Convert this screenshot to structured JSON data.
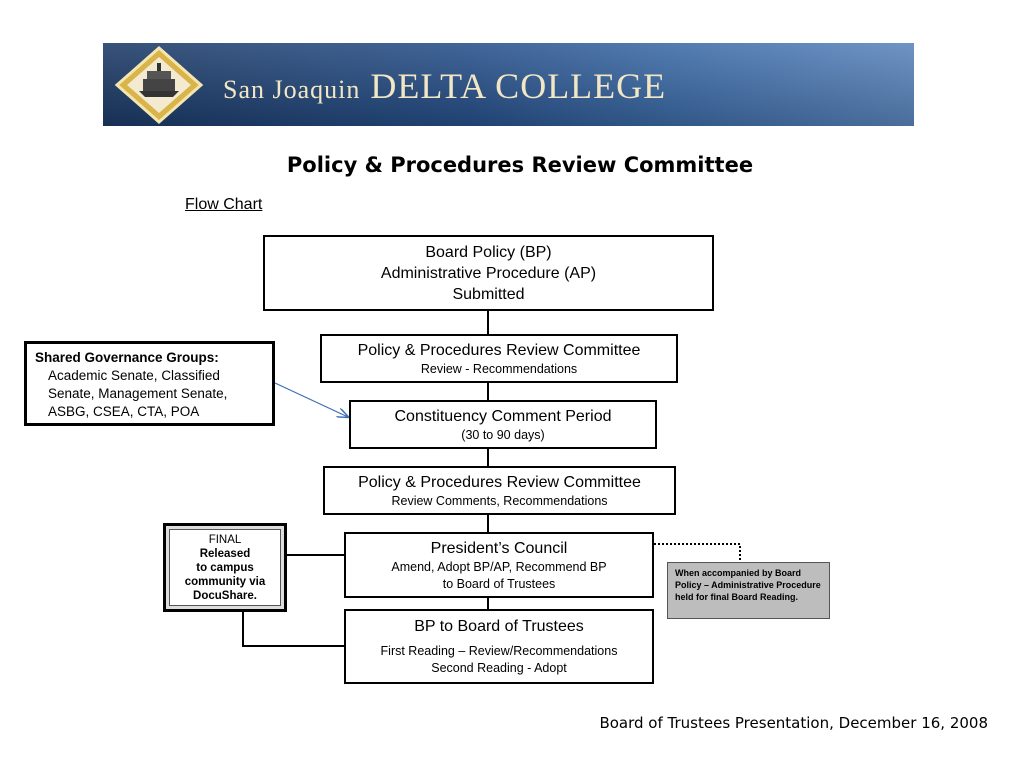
{
  "banner": {
    "title_prefix": "San Joaquin",
    "title_main": "DELTA COLLEGE"
  },
  "title": "Policy & Procedures Review Committee",
  "flow_chart_label": "Flow Chart",
  "boxes": {
    "submitted": {
      "line1": "Board Policy (BP)",
      "line2": "Administrative Procedure (AP)",
      "line3": "Submitted"
    },
    "review1": {
      "title": "Policy & Procedures Review Committee",
      "sub": "Review - Recommendations"
    },
    "comment": {
      "title": "Constituency Comment Period",
      "sub": "(30 to 90 days)"
    },
    "review2": {
      "title": "Policy & Procedures Review Committee",
      "sub": "Review Comments, Recommendations"
    },
    "council": {
      "title": "President’s Council",
      "sub1": "Amend, Adopt BP/AP, Recommend BP",
      "sub2": "to Board of Trustees"
    },
    "trustees": {
      "title": "BP to Board of Trustees",
      "sub1": "First Reading – Review/Recommendations",
      "sub2": "Second Reading - Adopt"
    },
    "shared": {
      "heading": "Shared Governance Groups:",
      "line1": "Academic Senate, Classified",
      "line2": "Senate, Management Senate,",
      "line3": "ASBG, CSEA, CTA, POA"
    },
    "final": {
      "line1": "FINAL",
      "line2": "Released",
      "line3": "to campus",
      "line4": "community via",
      "line5": "DocuShare."
    },
    "note": {
      "text": "When accompanied by Board Policy – Administrative Procedure held for final Board Reading."
    }
  },
  "footer": "Board of Trustees Presentation, December 16, 2008",
  "colors": {
    "banner_blue": "#27508a",
    "banner_text": "#f2e7c4",
    "arrow_blue": "#3a6fb5",
    "note_gray": "#bdbdbd"
  }
}
